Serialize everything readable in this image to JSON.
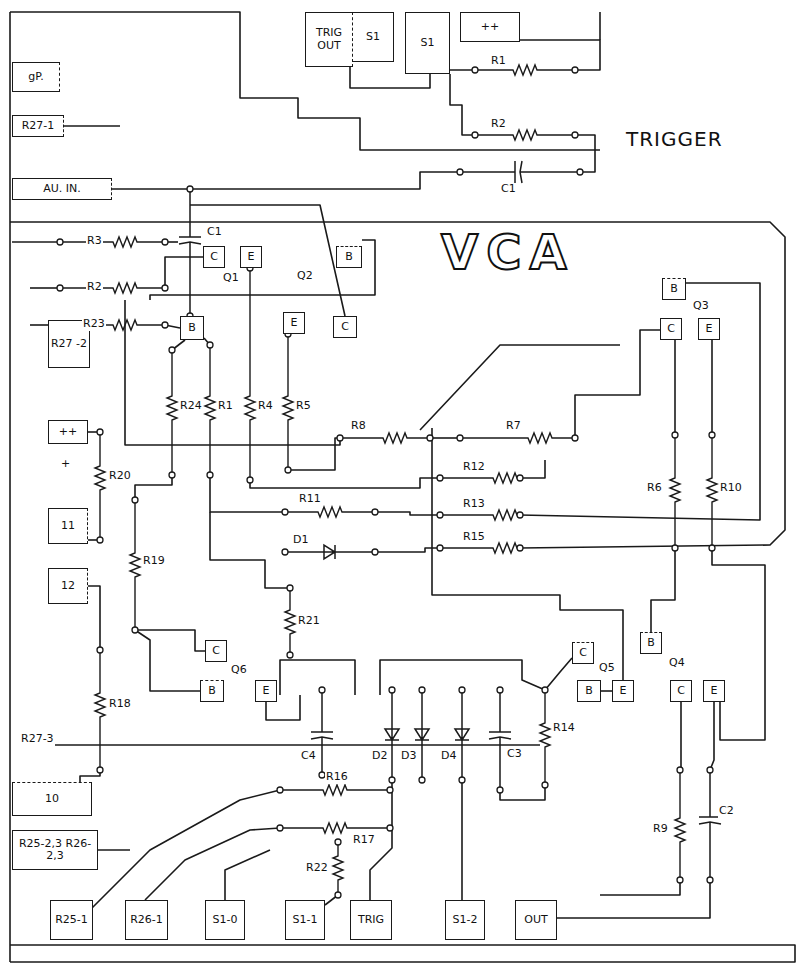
{
  "diagram": {
    "nodes": [
      {
        "text": [
          "TRIG OUT"
        ]
      },
      {
        "text": [
          "S1"
        ]
      },
      {
        "text": [
          "S1"
        ]
      },
      {
        "text": [
          "++"
        ]
      },
      {
        "text": [
          "gP."
        ]
      },
      {
        "text": [
          "R27-1"
        ]
      },
      {
        "text": [
          "AU. IN."
        ]
      },
      {
        "text": [
          "R27 -2"
        ]
      },
      {
        "text": [
          "C"
        ]
      },
      {
        "text": [
          "E"
        ]
      },
      {
        "text": [
          "B"
        ]
      },
      {
        "text": [
          "C"
        ]
      },
      {
        "text": [
          "E"
        ]
      },
      {
        "text": [
          "B"
        ]
      },
      {
        "text": [
          "B"
        ]
      },
      {
        "text": [
          "C"
        ]
      },
      {
        "text": [
          "E"
        ]
      },
      {
        "text": [
          "++"
        ]
      },
      {
        "text": [
          "11"
        ]
      },
      {
        "text": [
          "12"
        ]
      },
      {
        "text": [
          "C"
        ]
      },
      {
        "text": [
          "B"
        ]
      },
      {
        "text": [
          "E"
        ]
      },
      {
        "text": [
          "C"
        ]
      },
      {
        "text": [
          "B"
        ]
      },
      {
        "text": [
          "E"
        ]
      },
      {
        "text": [
          "B"
        ]
      },
      {
        "text": [
          "C"
        ]
      },
      {
        "text": [
          "E"
        ]
      },
      {
        "text": [
          "10"
        ]
      },
      {
        "text": [
          "R25-2,3 R26-2,3"
        ]
      },
      {
        "text": [
          "R25-1"
        ]
      },
      {
        "text": [
          "R26-1"
        ]
      },
      {
        "text": [
          "S1-0"
        ]
      },
      {
        "text": [
          "S1-1"
        ]
      },
      {
        "text": [
          "TRIG"
        ]
      },
      {
        "text": [
          "S1-2"
        ]
      },
      {
        "text": [
          "OUT"
        ]
      }
    ],
    "labels": [
      "R1",
      "R2",
      "C1",
      "TRIGGER",
      "R3",
      "C1",
      "R2",
      "R23",
      "Q1",
      "Q2",
      "VCA",
      "Q3",
      "R24",
      "R1",
      "R4",
      "R5",
      "R8",
      "R7",
      "R6",
      "R10",
      "+",
      "R20",
      "R19",
      "R11",
      "D1",
      "R12",
      "R13",
      "R15",
      "R21",
      "Q6",
      "Q5",
      "Q4",
      "R18",
      "R27-3",
      "C4",
      "D2",
      "D3",
      "D4",
      "C3",
      "R14",
      "R16",
      "R17",
      "R22",
      "R9",
      "C2"
    ]
  }
}
